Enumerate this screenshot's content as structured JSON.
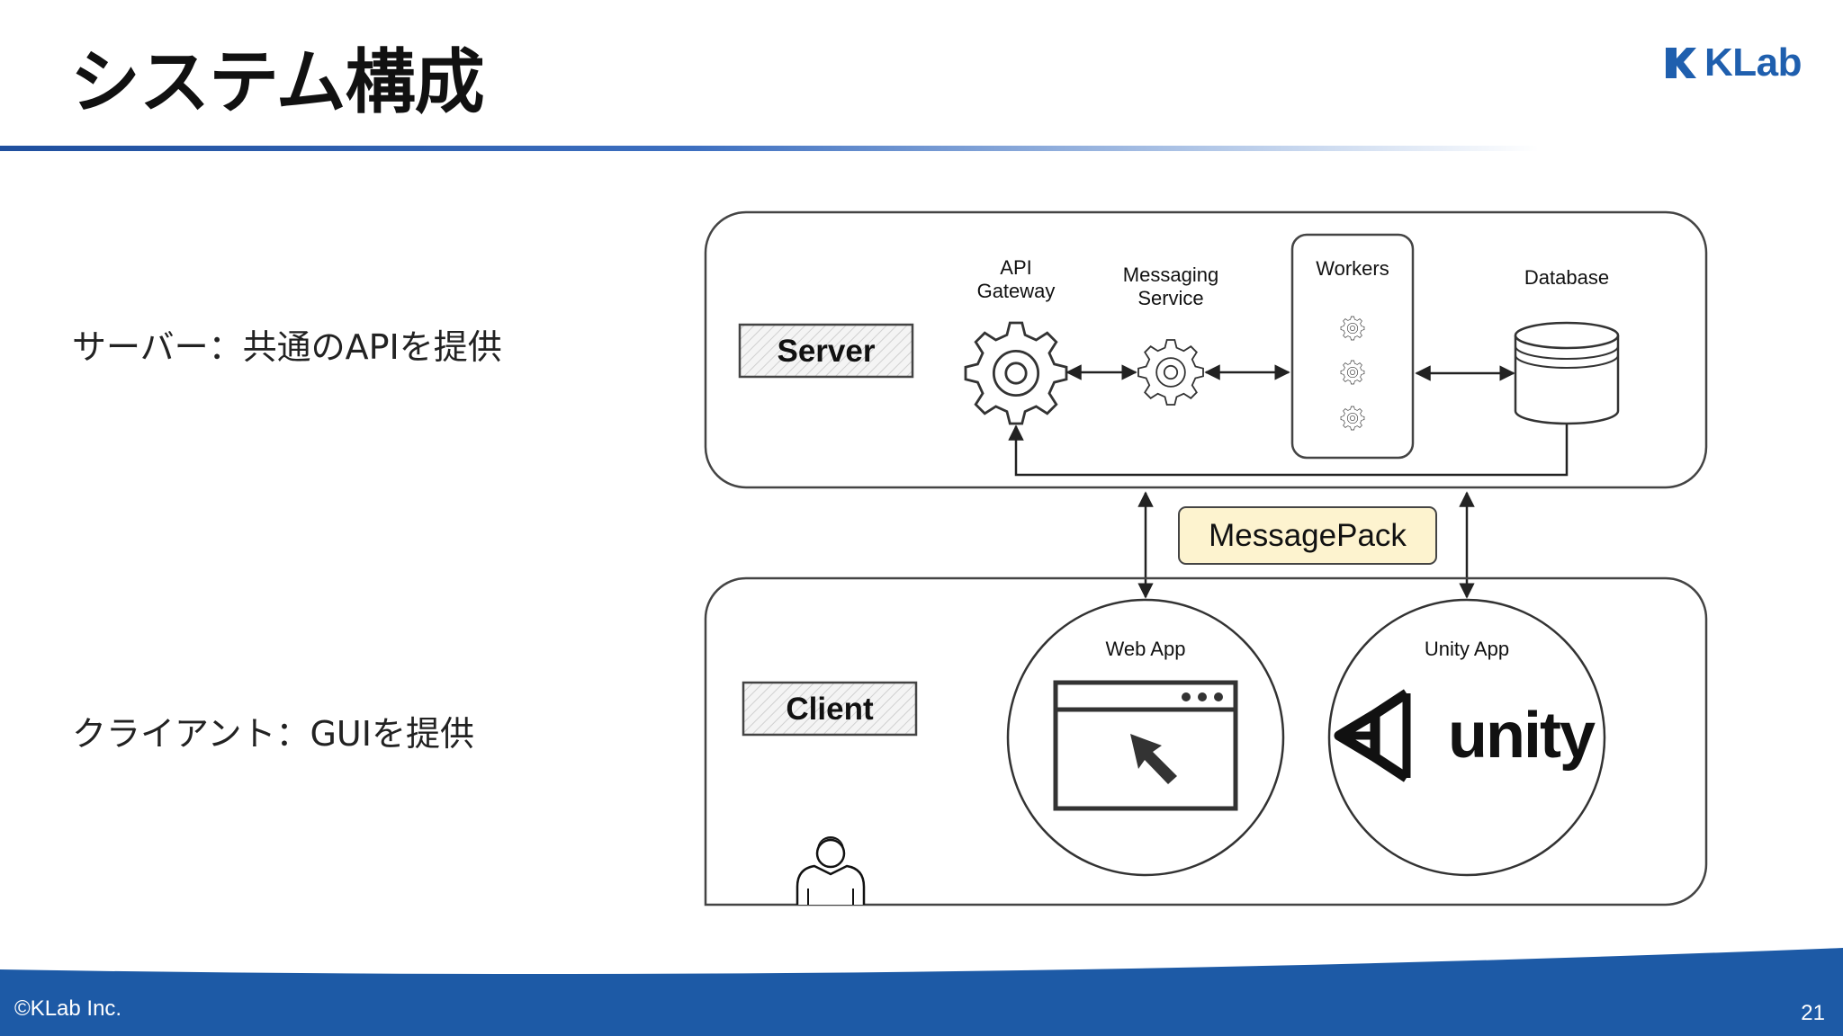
{
  "slide": {
    "title": "システム構成",
    "bullets": [
      "サーバー：共通のAPIを提供",
      "クライアント：GUIを提供"
    ],
    "logo_text": "KLab",
    "copyright": "©KLab Inc.",
    "page_number": "21"
  },
  "diagram": {
    "server_label": "Server",
    "client_label": "Client",
    "api_gateway": [
      "API",
      "Gateway"
    ],
    "messaging_service": [
      "Messaging",
      "Service"
    ],
    "workers": "Workers",
    "database": "Database",
    "message_pack": "MessagePack",
    "web_app": "Web App",
    "unity_app": "Unity App",
    "unity_logo_text": "unity"
  },
  "colors": {
    "brand_blue": "#1f4f9e",
    "footer_blue": "#1d5aa6",
    "message_pack_fill": "#fdf3cf",
    "diagram_stroke": "#444444"
  }
}
